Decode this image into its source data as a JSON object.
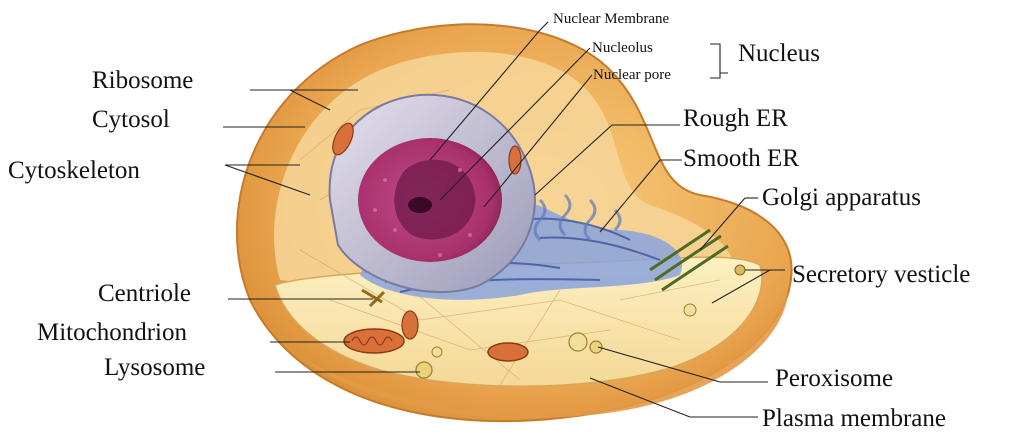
{
  "labels": {
    "nuclear_membrane": "Nuclear Membrane",
    "nucleolus": "Nucleolus",
    "nuclear_pore": "Nuclear pore",
    "nucleus": "Nucleus",
    "ribosome": "Ribosome",
    "cytosol": "Cytosol",
    "cytoskeleton": "Cytoskeleton",
    "rough_er": "Rough ER",
    "smooth_er": "Smooth ER",
    "golgi_apparatus": "Golgi apparatus",
    "secretory_vesticle": "Secretory vesticle",
    "centriole": "Centriole",
    "mitochondrion": "Mitochondrion",
    "lysosome": "Lysosome",
    "peroxisome": "Peroxisome",
    "plasma_membrane": "Plasma membrane"
  },
  "colors": {
    "cell_outer": "#e8a24a",
    "cell_inner": "#f6d48e",
    "cytoplasm_floor": "#fbe6a6",
    "nucleus_envelope": "#c9c2d6",
    "nucleoplasm": "#b8367e",
    "nucleolus": "#7a1d55",
    "er": "#6a86c8",
    "golgi": "#5a7a2a",
    "mitochondrion": "#d9703a"
  }
}
